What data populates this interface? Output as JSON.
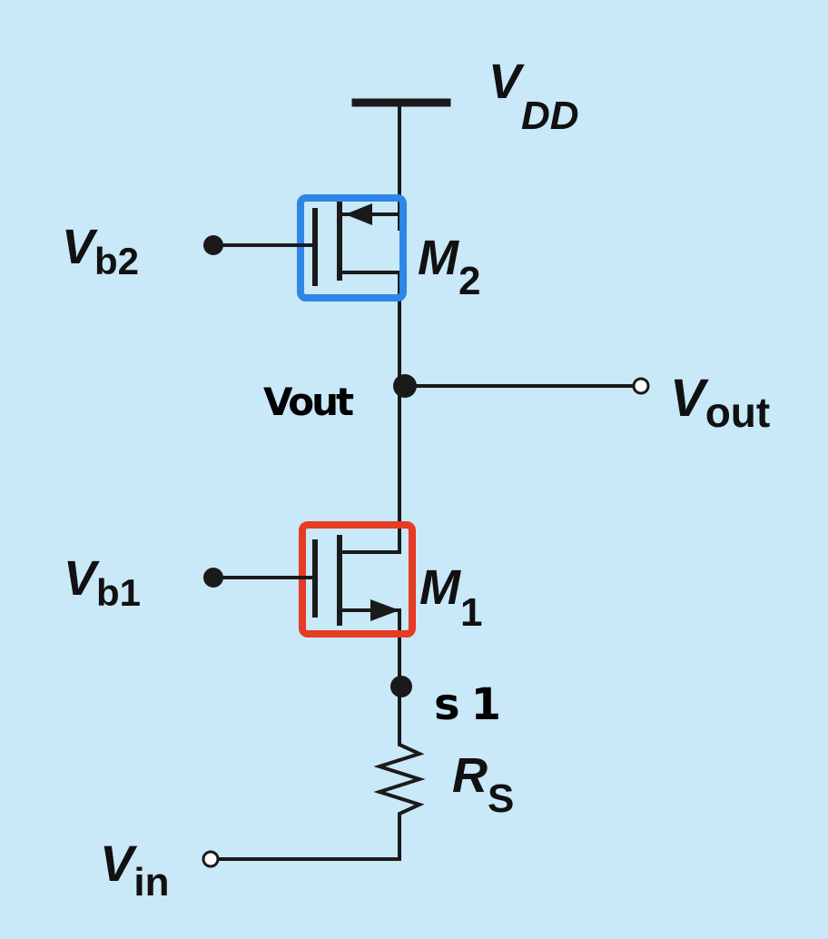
{
  "labels": {
    "vdd_main": "V",
    "vdd_sub": "DD",
    "vb2_main": "V",
    "vb2_sub": "b2",
    "m2_main": "M",
    "m2_sub": "2",
    "vout_main": "V",
    "vout_sub": "out",
    "vb1_main": "V",
    "vb1_sub": "b1",
    "m1_main": "M",
    "m1_sub": "1",
    "rs_main": "R",
    "rs_sub": "S",
    "vin_main": "V",
    "vin_sub": "in"
  },
  "annotations": {
    "vout_handwritten": "Vout",
    "s1_handwritten": "s1"
  },
  "colors": {
    "background": "#c9e8f8",
    "m2_highlight": "#2f86e6",
    "m1_highlight": "#e63b25",
    "wire": "#1a1a1a"
  }
}
